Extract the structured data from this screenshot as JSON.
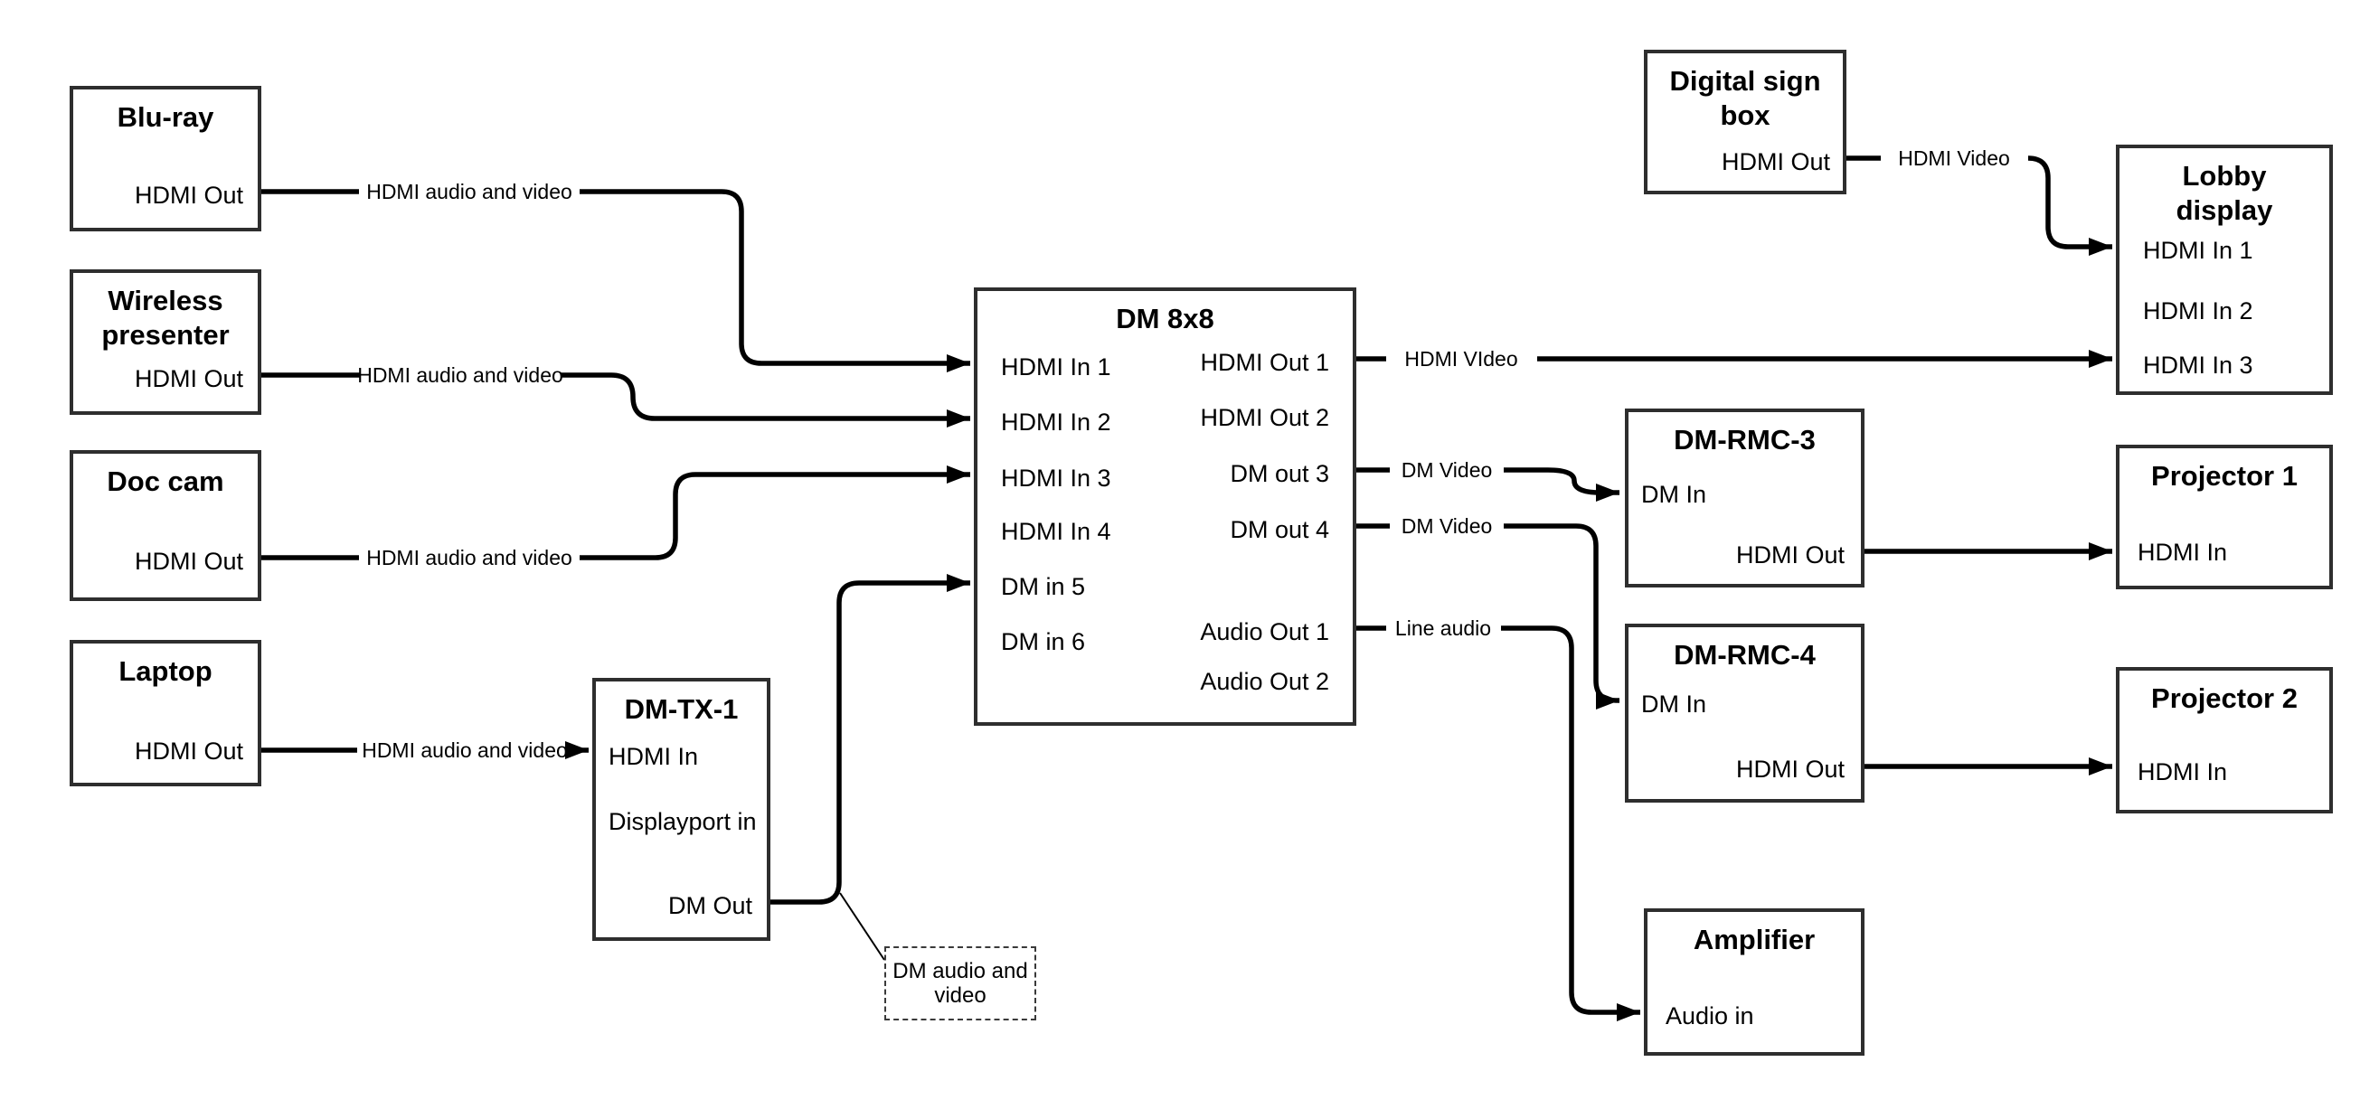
{
  "colors": {
    "background": "#ffffff",
    "wire": "#000000",
    "box_border": "#2e2e2e",
    "text": "#000000"
  },
  "nodes": [
    {
      "id": "bluray",
      "title": "Blu-ray",
      "ports": [
        "HDMI Out"
      ]
    },
    {
      "id": "wireless",
      "title": "Wireless presenter",
      "ports": [
        "HDMI Out"
      ]
    },
    {
      "id": "doccam",
      "title": "Doc cam",
      "ports": [
        "HDMI Out"
      ]
    },
    {
      "id": "laptop",
      "title": "Laptop",
      "ports": [
        "HDMI Out"
      ]
    },
    {
      "id": "dmtx1",
      "title": "DM-TX-1",
      "ports": [
        "HDMI In",
        "Displayport in",
        "DM Out"
      ]
    },
    {
      "id": "dm8x8",
      "title": "DM 8x8",
      "ports_left": [
        "HDMI In 1",
        "HDMI In 2",
        "HDMI In 3",
        "HDMI In 4",
        "DM in 5",
        "DM in 6"
      ],
      "ports_right": [
        "HDMI Out 1",
        "HDMI Out 2",
        "DM out 3",
        "DM out 4",
        "Audio Out 1",
        "Audio Out 2"
      ]
    },
    {
      "id": "digitalsign",
      "title": "Digital sign box",
      "ports": [
        "HDMI Out"
      ]
    },
    {
      "id": "lobby",
      "title": "Lobby display",
      "ports": [
        "HDMI In 1",
        "HDMI In 2",
        "HDMI In 3"
      ]
    },
    {
      "id": "dmrmc3",
      "title": "DM-RMC-3",
      "ports": [
        "DM In",
        "HDMI Out"
      ]
    },
    {
      "id": "proj1",
      "title": "Projector 1",
      "ports": [
        "HDMI In"
      ]
    },
    {
      "id": "dmrmc4",
      "title": "DM-RMC-4",
      "ports": [
        "DM In",
        "HDMI Out"
      ]
    },
    {
      "id": "proj2",
      "title": "Projector 2",
      "ports": [
        "HDMI In"
      ]
    },
    {
      "id": "amplifier",
      "title": "Amplifier",
      "ports": [
        "Audio in"
      ]
    }
  ],
  "edges": {
    "bluray": "HDMI audio and video",
    "wireless": "HDMI audio and video",
    "doccam": "HDMI audio and video",
    "laptop": "HDMI audio and video",
    "hdmi_out_1": "HDMI VIdeo",
    "digital_sign": "HDMI Video",
    "dm_out_3": "DM Video",
    "dm_out_4": "DM Video",
    "audio_out_1": "Line audio"
  },
  "note": "DM audio and video"
}
